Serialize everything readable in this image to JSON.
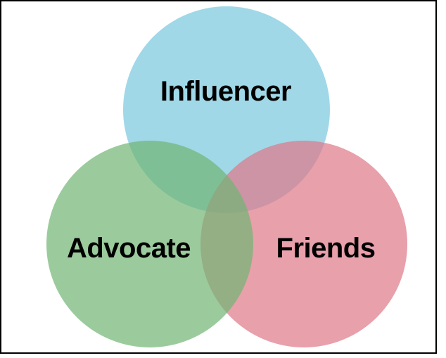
{
  "diagram": {
    "type": "venn",
    "background_color": "#ffffff",
    "frame_color": "#000000",
    "circle_opacity": "0.7",
    "text_color": "#000000",
    "sets": [
      {
        "label": "Influencer",
        "position": "top",
        "fill_color": "#77C7DE",
        "apparent_color": "#A0D8E8"
      },
      {
        "label": "Advocate",
        "position": "bottom-left",
        "fill_color": "#71B573",
        "apparent_color": "#9CCB9D"
      },
      {
        "label": "Friends",
        "position": "bottom-right",
        "fill_color": "#DE7788",
        "apparent_color": "#E8A0AC"
      }
    ],
    "overlap_colors": {
      "influencer_advocate": "#78BF93",
      "influencer_friends": "#C691A4",
      "advocate_friends": "#95A875",
      "all_three": "#87A67E"
    }
  }
}
